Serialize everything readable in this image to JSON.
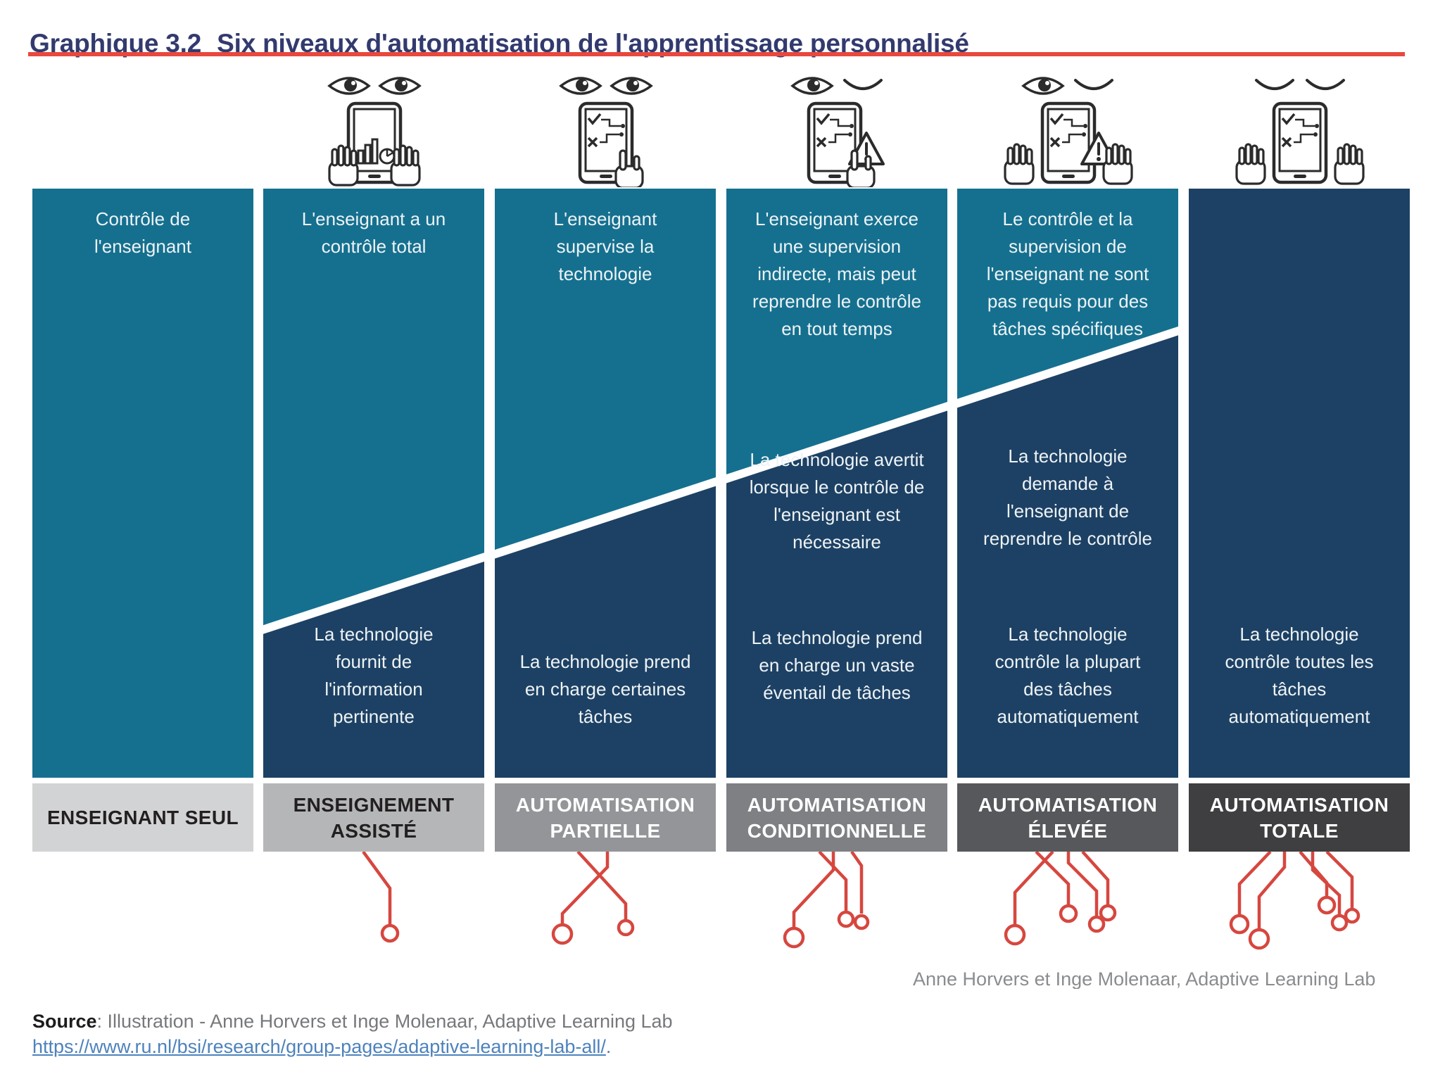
{
  "title": {
    "prefix": "Graphique 3.2",
    "text": "Six niveaux d'automatisation de l'apprentissage personnalisé"
  },
  "columns": [
    {
      "label": "ENSEIGNANT SEUL",
      "teacher_text": "Contrôle de\nl'enseignant",
      "technology_texts": [],
      "icon": null
    },
    {
      "label": "ENSEIGNEMENT\nASSISTÉ",
      "teacher_text": "L'enseignant a un\ncontrôle total",
      "technology_texts": [
        "La technologie\nfournit de\nl'information\npertinente"
      ],
      "icon": "open-eyes-tablet-held-by-hands"
    },
    {
      "label": "AUTOMATISATION\nPARTIELLE",
      "teacher_text": "L'enseignant\nsupervise la\ntechnologie",
      "technology_texts": [
        "La technologie prend\nen charge certaines\ntâches"
      ],
      "icon": "open-eyes-tablet-flowchart-pointing-hand"
    },
    {
      "label": "AUTOMATISATION\nCONDITIONNELLE",
      "teacher_text": "L'enseignant exerce\nune supervision\nindirecte, mais peut\nreprendre le contrôle\nen tout temps",
      "technology_texts": [
        "La technologie avertit\nlorsque le contrôle de\nl'enseignant est\nnécessaire",
        "La technologie prend\nen charge un vaste\néventail de tâches"
      ],
      "icon": "half-closed-eyes-tablet-warning-pointing-hand"
    },
    {
      "label": "AUTOMATISATION\nÉLEVÉE",
      "teacher_text": "Le contrôle et la\nsupervision de\nl'enseignant ne sont\npas requis pour des\ntâches spécifiques",
      "technology_texts": [
        "La technologie\ndemande à\nl'enseignant de\nreprendre le contrôle",
        "La technologie\ncontrôle la plupart\ndes tâches\nautomatiquement"
      ],
      "icon": "half-closed-eyes-tablet-warning-hands-off"
    },
    {
      "label": "AUTOMATISATION\nTOTALE",
      "teacher_text": null,
      "technology_texts": [
        "La technologie\ncontrôle toutes les\ntâches\nautomatiquement"
      ],
      "icon": "closed-eyes-tablet-hands-off"
    }
  ],
  "attribution": "Anne Horvers et Inge Molenaar, Adaptive Learning Lab",
  "source": {
    "label": "Source",
    "text": ": Illustration - Anne Horvers et Inge Molenaar, Adaptive Learning Lab",
    "link": "https://www.ru.nl/bsi/research/group-pages/adaptive-learning-lab-all/",
    "suffix": "."
  },
  "colors": {
    "teacher_teal": "#15708f",
    "technology_navy": "#1d4164",
    "title_navy": "#323a6e",
    "accent_red_rule": "#e8483d",
    "circuit_red": "#d6473f",
    "label_grays": [
      "#d2d3d4",
      "#b4b6b8",
      "#939598",
      "#7e8083",
      "#57585b",
      "#3f3f41"
    ]
  }
}
